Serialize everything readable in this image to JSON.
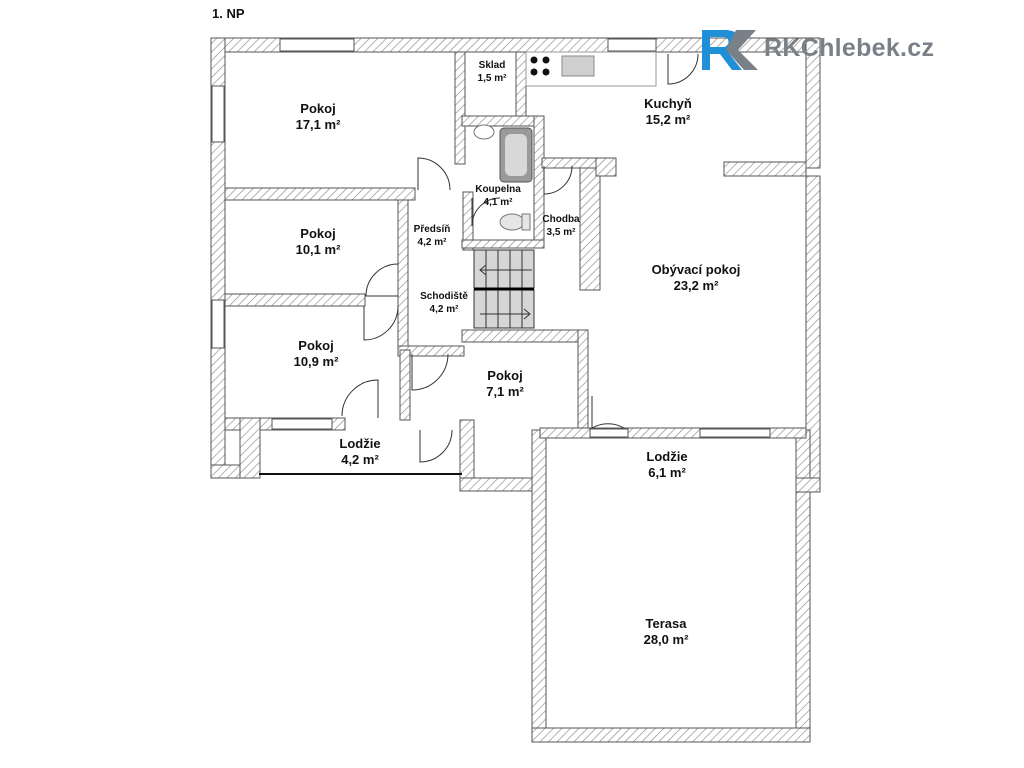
{
  "floor": {
    "label": "1. NP"
  },
  "logo": {
    "text": "RKChlebek.cz",
    "icon": "rk-logo-icon",
    "colors": {
      "blue": "#1f8fd6",
      "grey": "#7a8088"
    }
  },
  "rooms": {
    "pokoj1": {
      "name": "Pokoj",
      "area": "17,1 m²"
    },
    "pokoj2": {
      "name": "Pokoj",
      "area": "10,1 m²"
    },
    "pokoj3": {
      "name": "Pokoj",
      "area": "10,9 m²"
    },
    "pokoj4": {
      "name": "Pokoj",
      "area": "7,1 m²"
    },
    "sklad": {
      "name": "Sklad",
      "area": "1,5 m²"
    },
    "kuchyn": {
      "name": "Kuchyň",
      "area": "15,2 m²"
    },
    "koupelna": {
      "name": "Koupelna",
      "area": "4,1 m²"
    },
    "predsin": {
      "name": "Předsíň",
      "area": "4,2 m²"
    },
    "chodba": {
      "name": "Chodba",
      "area": "3,5 m²"
    },
    "schodiste": {
      "name": "Schodiště",
      "area": "4,2 m²"
    },
    "obyvaci": {
      "name": "Obývací pokoj",
      "area": "23,2 m²"
    },
    "lodzie1": {
      "name": "Lodžie",
      "area": "4,2 m²"
    },
    "lodzie2": {
      "name": "Lodžie",
      "area": "6,1 m²"
    },
    "terasa": {
      "name": "Terasa",
      "area": "28,0 m²"
    }
  },
  "colors": {
    "wall_hatch": "#8a8a8a",
    "wall_bg": "#ffffff",
    "stair": "#d6d6d6"
  }
}
